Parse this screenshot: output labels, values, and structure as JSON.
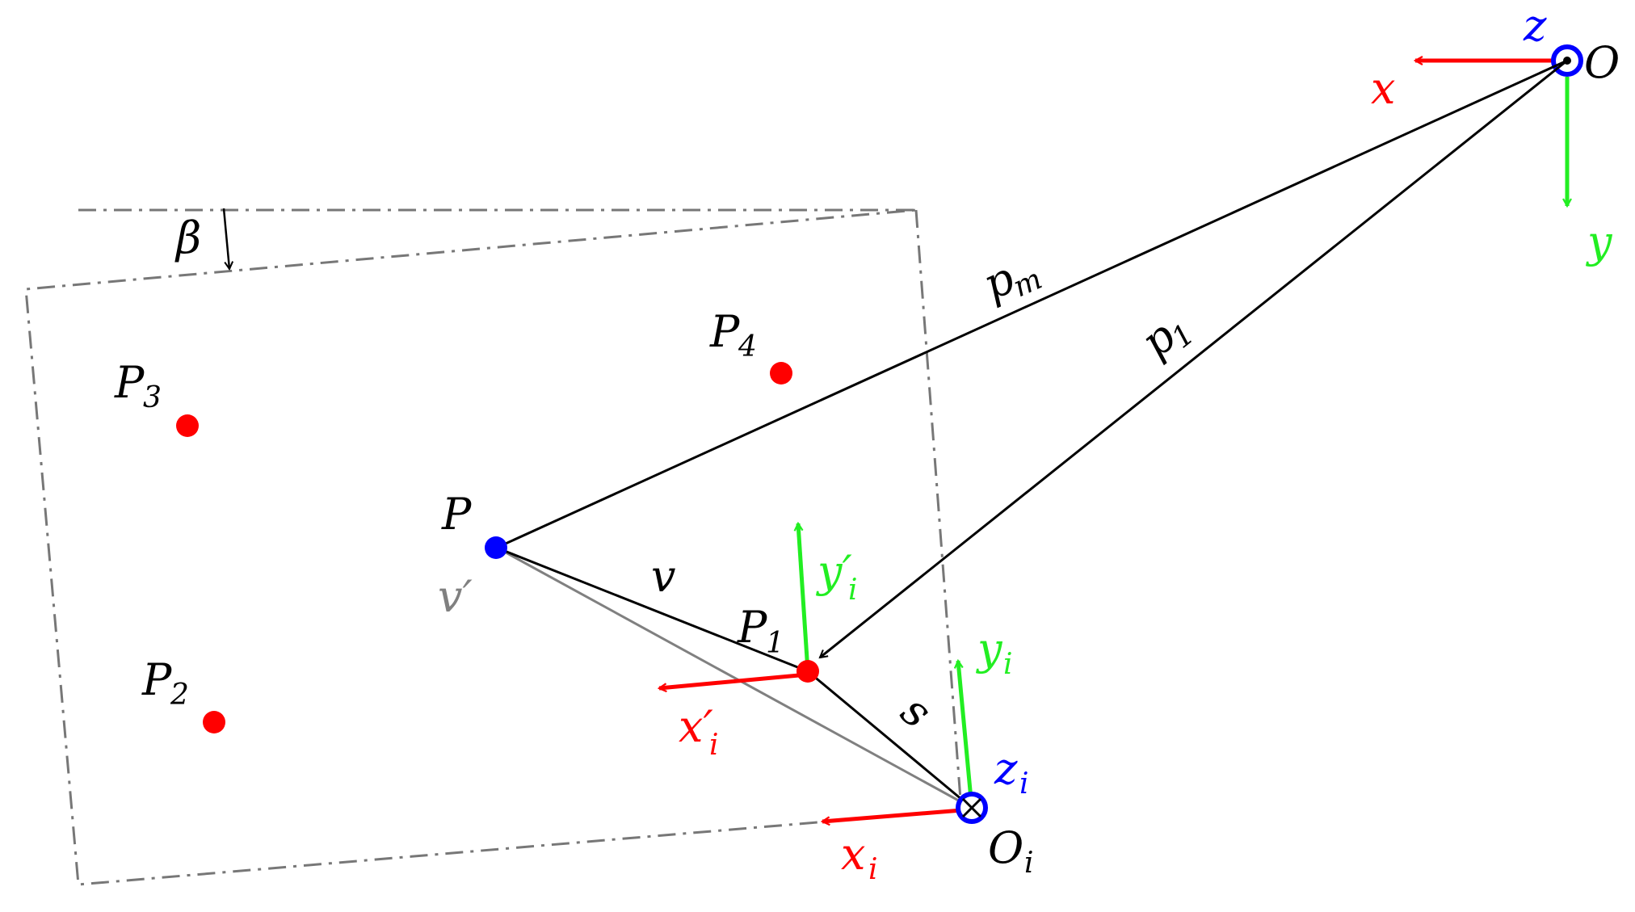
{
  "colors": {
    "black": "#000000",
    "gray": "#808080",
    "red": "#ff0000",
    "green": "#22ee22",
    "blue": "#0000ff",
    "frame": "#777777"
  },
  "labels": {
    "O": "O",
    "x": "x",
    "y": "y",
    "z": "z",
    "pm_main": "p",
    "pm_sub": "m",
    "p1_main": "p",
    "p1_sub": "1",
    "beta": "β",
    "P": "P",
    "v_prime": "v′",
    "v": "v",
    "s": "s",
    "P1_main": "P",
    "P1_sub": "1",
    "P2_main": "P",
    "P2_sub": "2",
    "P3_main": "P",
    "P3_sub": "3",
    "P4_main": "P",
    "P4_sub": "4",
    "xi_prime_main": "x′",
    "xi_prime_sub": "i",
    "yi_prime_main": "y′",
    "yi_prime_sub": "i",
    "xi_main": "x",
    "xi_sub": "i",
    "yi_main": "y",
    "yi_sub": "i",
    "zi_main": "z",
    "zi_sub": "i",
    "Oi_main": "O",
    "Oi_sub": "i"
  },
  "icons": {
    "global_z_axis": "dot-in-circle-icon",
    "local_z_axis": "cross-in-circle-icon"
  }
}
